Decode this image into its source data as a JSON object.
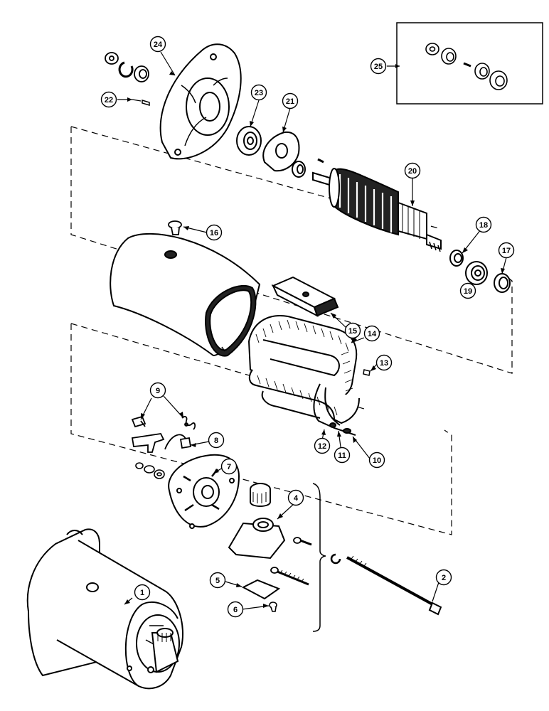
{
  "diagram": {
    "callouts": [
      {
        "id": "1",
        "label": "1"
      },
      {
        "id": "2",
        "label": "2"
      },
      {
        "id": "4",
        "label": "4"
      },
      {
        "id": "5",
        "label": "5"
      },
      {
        "id": "6",
        "label": "6"
      },
      {
        "id": "7",
        "label": "7"
      },
      {
        "id": "8",
        "label": "8"
      },
      {
        "id": "9",
        "label": "9"
      },
      {
        "id": "10",
        "label": "10"
      },
      {
        "id": "11",
        "label": "11"
      },
      {
        "id": "12",
        "label": "12"
      },
      {
        "id": "13",
        "label": "13"
      },
      {
        "id": "14",
        "label": "14"
      },
      {
        "id": "15",
        "label": "15"
      },
      {
        "id": "16",
        "label": "16"
      },
      {
        "id": "17",
        "label": "17"
      },
      {
        "id": "18",
        "label": "18"
      },
      {
        "id": "19",
        "label": "19"
      },
      {
        "id": "20",
        "label": "20"
      },
      {
        "id": "21",
        "label": "21"
      },
      {
        "id": "22",
        "label": "22"
      },
      {
        "id": "23",
        "label": "23"
      },
      {
        "id": "24",
        "label": "24"
      },
      {
        "id": "25",
        "label": "25"
      }
    ]
  }
}
